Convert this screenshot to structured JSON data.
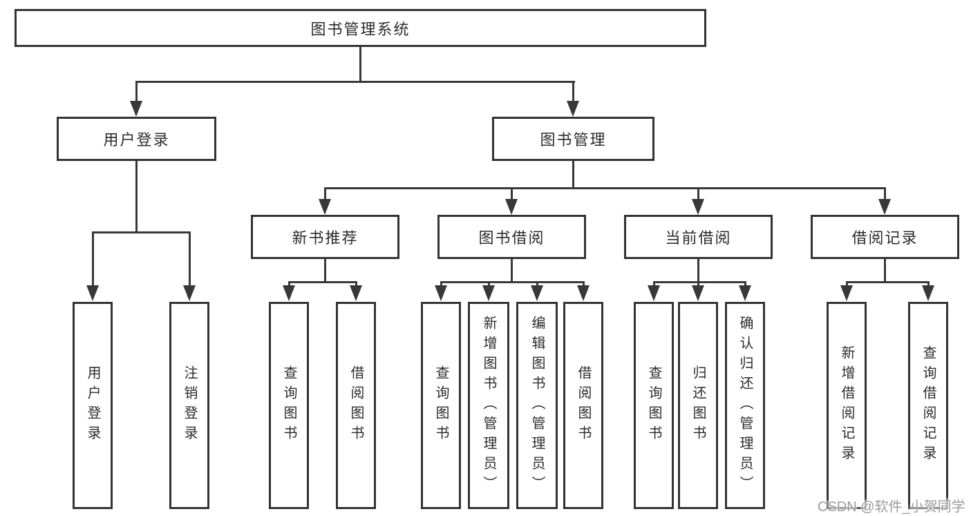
{
  "diagram": {
    "root": {
      "label": "图书管理系统",
      "children": [
        {
          "label": "用户登录",
          "children": [
            {
              "label": "用户登录"
            },
            {
              "label": "注销登录"
            }
          ]
        },
        {
          "label": "图书管理",
          "children": [
            {
              "label": "新书推荐",
              "children": [
                {
                  "label": "查询图书"
                },
                {
                  "label": "借阅图书"
                }
              ]
            },
            {
              "label": "图书借阅",
              "children": [
                {
                  "label": "查询图书"
                },
                {
                  "label": "新增图书（管理员）"
                },
                {
                  "label": "编辑图书（管理员）"
                },
                {
                  "label": "借阅图书"
                }
              ]
            },
            {
              "label": "当前借阅",
              "children": [
                {
                  "label": "查询图书"
                },
                {
                  "label": "归还图书"
                },
                {
                  "label": "确认归还（管理员）"
                }
              ]
            },
            {
              "label": "借阅记录",
              "children": [
                {
                  "label": "新增借阅记录"
                },
                {
                  "label": "查询借阅记录"
                }
              ]
            }
          ]
        }
      ]
    }
  },
  "watermark": {
    "text": "CSDN @软件_小贺同学"
  },
  "colors": {
    "line": "#383838",
    "box_border": "#333333",
    "box_fill": "#ffffff",
    "label_text": "#2b2b2b",
    "watermark_text": "#9b9b9b",
    "background": "#ffffff"
  }
}
